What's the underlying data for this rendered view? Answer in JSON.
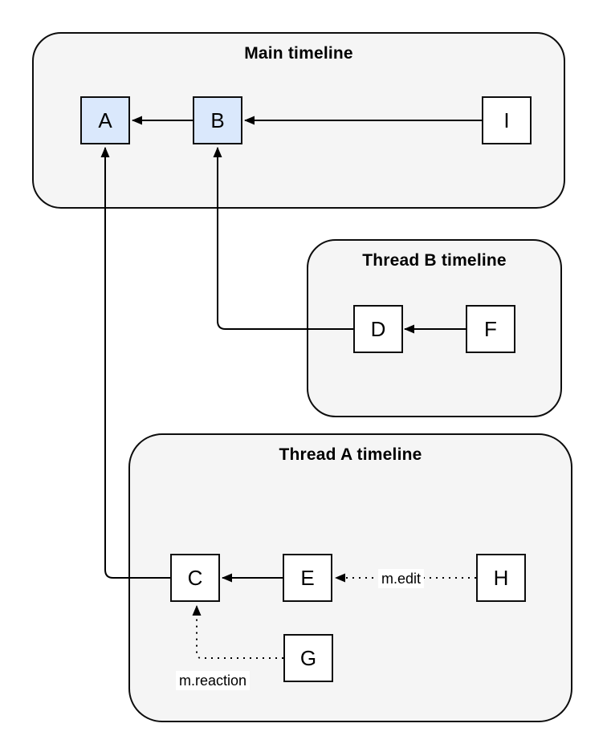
{
  "diagram": {
    "containers": {
      "main": {
        "title": "Main timeline"
      },
      "thread_b": {
        "title": "Thread B timeline"
      },
      "thread_a": {
        "title": "Thread A timeline"
      }
    },
    "nodes": {
      "A": {
        "label": "A",
        "highlighted": true
      },
      "B": {
        "label": "B",
        "highlighted": true
      },
      "I": {
        "label": "I",
        "highlighted": false
      },
      "D": {
        "label": "D",
        "highlighted": false
      },
      "F": {
        "label": "F",
        "highlighted": false
      },
      "C": {
        "label": "C",
        "highlighted": false
      },
      "E": {
        "label": "E",
        "highlighted": false
      },
      "H": {
        "label": "H",
        "highlighted": false
      },
      "G": {
        "label": "G",
        "highlighted": false
      }
    },
    "edges": [
      {
        "from": "B",
        "to": "A",
        "style": "solid",
        "label": ""
      },
      {
        "from": "I",
        "to": "B",
        "style": "solid",
        "label": ""
      },
      {
        "from": "F",
        "to": "D",
        "style": "solid",
        "label": ""
      },
      {
        "from": "D",
        "to": "B",
        "style": "solid",
        "label": ""
      },
      {
        "from": "E",
        "to": "C",
        "style": "solid",
        "label": ""
      },
      {
        "from": "C",
        "to": "A",
        "style": "solid",
        "label": ""
      },
      {
        "from": "H",
        "to": "E",
        "style": "dotted",
        "label": "m.edit"
      },
      {
        "from": "G",
        "to": "C",
        "style": "dotted",
        "label": "m.reaction"
      }
    ],
    "edge_labels": {
      "edit": "m.edit",
      "reaction": "m.reaction"
    },
    "colors": {
      "highlight_fill": "#dae8fc",
      "node_fill": "#ffffff",
      "container_fill": "#f5f5f5",
      "stroke": "#000000",
      "canvas_bg": "#ffffff"
    }
  }
}
